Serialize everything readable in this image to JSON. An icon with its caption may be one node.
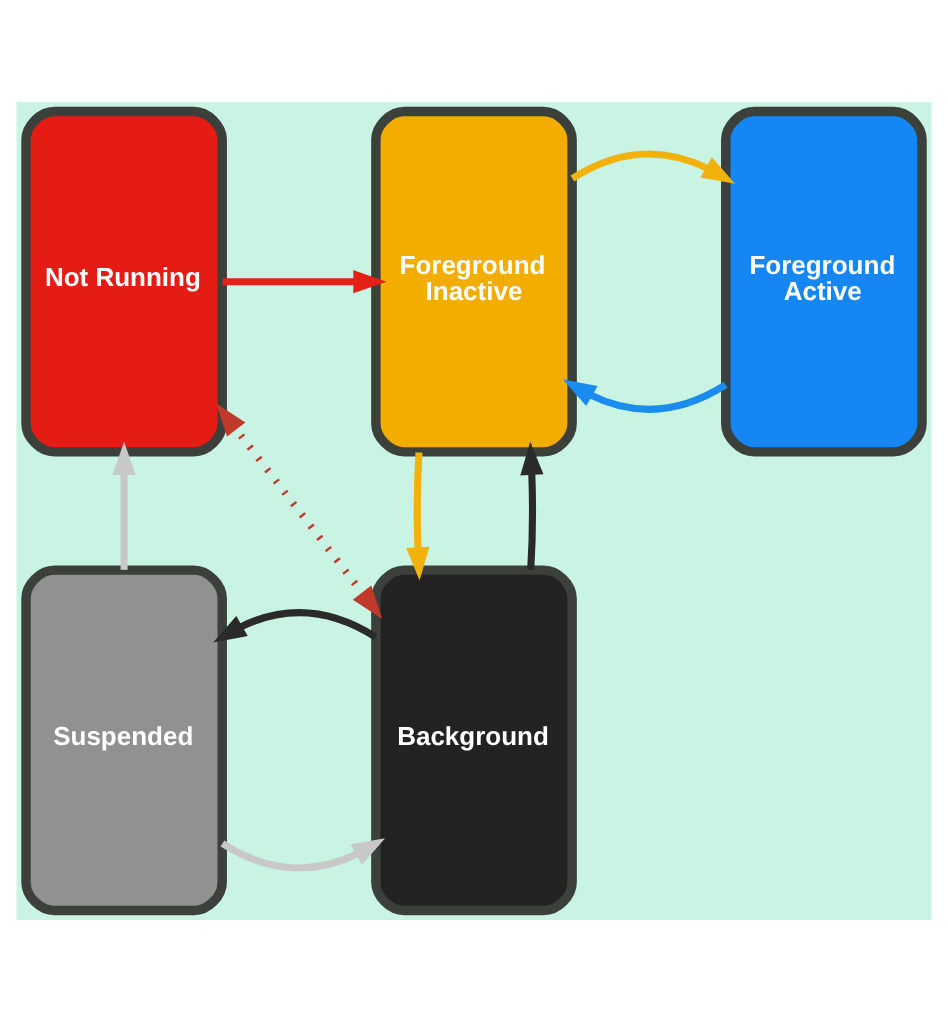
{
  "diagram": {
    "nodes": [
      {
        "text": [
          "Not Running"
        ]
      },
      {
        "text": [
          "Foreground Inactive"
        ]
      },
      {
        "text": [
          "Foreground Active"
        ]
      },
      {
        "text": [
          "Suspended"
        ]
      },
      {
        "text": [
          "Background"
        ]
      }
    ],
    "edges": [
      {
        "from": 0,
        "to": 1,
        "arrow": "to",
        "color": "#e32119"
      },
      {
        "from": 2,
        "to": 1,
        "arrow": "to",
        "color": "#1a8cf0"
      },
      {
        "from": 1,
        "to": 2,
        "arrow": "to",
        "color": "#f2b20c"
      },
      {
        "from": 4,
        "to": 0,
        "arrow": "both",
        "style": "dashed",
        "color": "#c0392b"
      },
      {
        "from": 1,
        "to": 4,
        "arrow": "to",
        "color": "#f2b20c"
      },
      {
        "from": 4,
        "to": 1,
        "arrow": "to",
        "color": "#2a2a2a"
      },
      {
        "from": 3,
        "to": 0,
        "arrow": "to",
        "color": "#c8c8c8"
      },
      {
        "from": 3,
        "to": 4,
        "arrow": "to",
        "color": "#c8c8c8"
      },
      {
        "from": 4,
        "to": 3,
        "arrow": "to",
        "color": "#2a2a2a"
      }
    ]
  }
}
